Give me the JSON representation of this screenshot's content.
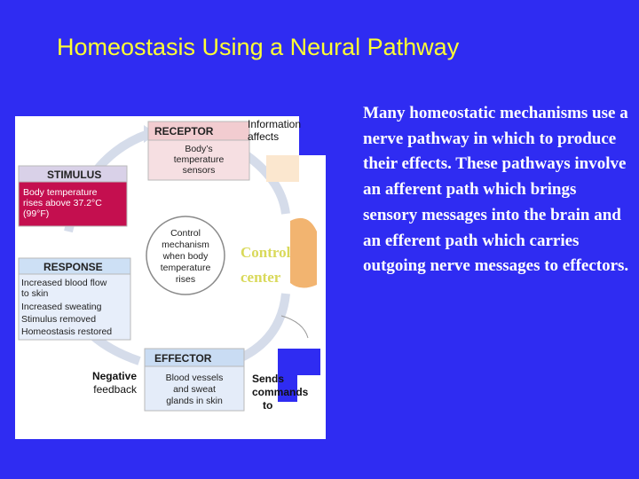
{
  "slide": {
    "title": "Homeostasis Using a Neural Pathway",
    "paragraph": "Many homeostatic mechanisms use a nerve pathway in which to produce their effects. These pathways involve an afferent path which brings sensory messages into the brain and an efferent path which carries outgoing nerve messages to effectors."
  },
  "diagram": {
    "receptor": {
      "title": "RECEPTOR",
      "lines": [
        "Body’s",
        "temperature",
        "sensors"
      ]
    },
    "info_affects": [
      "Information",
      "affects"
    ],
    "stimulus": {
      "title": "STIMULUS",
      "lines": [
        "Body temperature",
        "rises above 37.2°C",
        "(99°F)"
      ]
    },
    "control": [
      "Control",
      "mechanism",
      "when body",
      "temperature",
      "rises"
    ],
    "control_center": [
      "Control",
      "center"
    ],
    "response": {
      "title": "RESPONSE",
      "lines": [
        "Increased blood flow",
        "to skin",
        "Increased sweating",
        "Stimulus removed",
        "Homeostasis restored"
      ]
    },
    "effector": {
      "title": "EFFECTOR",
      "lines": [
        "Blood vessels",
        "and sweat",
        "glands in skin"
      ]
    },
    "negative_feedback": [
      "Negative",
      "feedback"
    ],
    "sends_commands": [
      "Sends",
      "commands",
      "to"
    ]
  },
  "colors": {
    "background": "#2f2cf2",
    "title": "#ffff33",
    "text": "#ffffff",
    "receptor_header": "#f2ccd0",
    "receptor_body": "#f6dfe2",
    "stimulus_header": "#d9d1e8",
    "stimulus_body": "#c40f4f",
    "response_header": "#cde0f5",
    "response_body": "#e7eefa",
    "effector_header": "#c9dcf3",
    "effector_body": "#e4ecf9",
    "arrow": "#dde3ee"
  }
}
